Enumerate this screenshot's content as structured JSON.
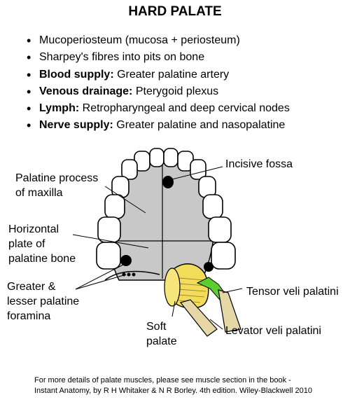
{
  "title": "HARD PALATE",
  "points": [
    {
      "bold": "",
      "text": "Mucoperiosteum  (mucosa + periosteum)"
    },
    {
      "bold": "",
      "text": "Sharpey's fibres into pits on bone"
    },
    {
      "bold": "Blood supply:",
      "text": " Greater palatine artery"
    },
    {
      "bold": "Venous drainage:",
      "text": " Pterygoid plexus"
    },
    {
      "bold": "Lymph:",
      "text": " Retropharyngeal and deep cervical nodes"
    },
    {
      "bold": "Nerve supply:",
      "text": " Greater palatine and nasopalatine"
    }
  ],
  "labels": {
    "incisive_fossa": "Incisive fossa",
    "palatine_process": [
      "Palatine process",
      "of maxilla"
    ],
    "horizontal_plate": [
      "Horizontal",
      "plate of",
      "palatine bone"
    ],
    "greater_lesser": [
      "Greater &",
      "lesser palatine",
      "foramina"
    ],
    "soft_palate": [
      "Soft",
      "palate"
    ],
    "tensor": "Tensor veli palatini",
    "levator": "Levator veli palatini"
  },
  "footer": [
    "For more details of palate muscles, please see muscle section in the book -",
    "Instant Anatomy, by R H Whitaker & N R Borley. 4th edition. Wiley-Blackwell 2010"
  ],
  "colors": {
    "bone": "#c8c8c8",
    "muscle_yellow": "#f3dc5a",
    "muscle_green": "#5ccf2e",
    "muscle_tan": "#e5d7a6"
  }
}
